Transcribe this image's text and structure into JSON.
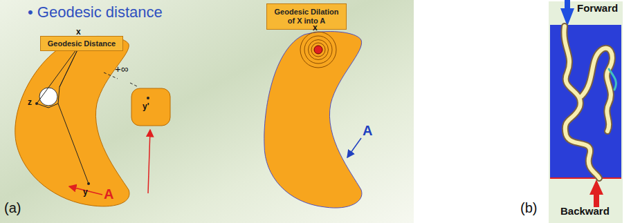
{
  "diagram": {
    "title": "• Geodesic distance",
    "nodes": [
      {
        "text": [
          "Geodesic Distance"
        ]
      },
      {
        "text": [
          "Geodesic Dilation of X into A"
        ]
      }
    ],
    "labels": [
      "x",
      "z",
      "+∞",
      "y'",
      "y",
      "A",
      "x",
      "A",
      "(a)",
      "Forward",
      "Backward",
      "(b)"
    ]
  }
}
